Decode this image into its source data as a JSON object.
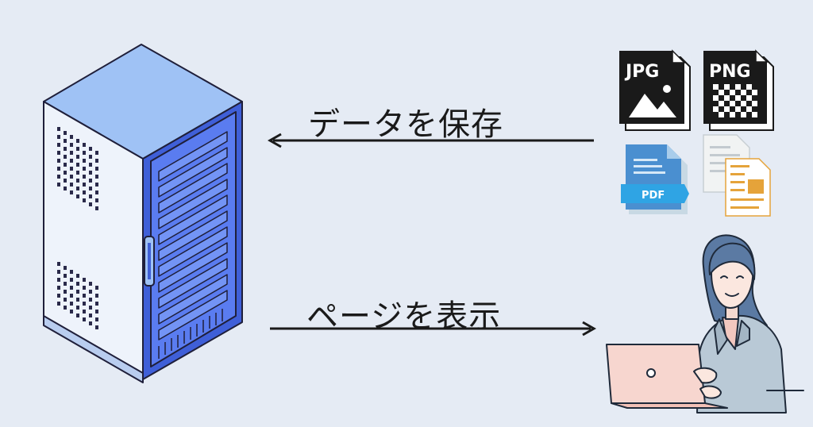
{
  "labels": {
    "save": "データを保存",
    "show": "ページを表示"
  },
  "files": {
    "jpg": "JPG",
    "png": "PNG",
    "pdf": "PDF"
  },
  "icons": {
    "server": "server-rack-icon",
    "jpg": "jpg-file-icon",
    "png": "png-file-icon",
    "pdf": "pdf-file-icon",
    "doc": "document-files-icon",
    "user": "woman-with-laptop-icon"
  },
  "colors": {
    "background": "#e5ebf4",
    "server_front": "#4a6ee8",
    "server_top": "#9fc2f5",
    "server_side": "#eef3fb",
    "arrow": "#1a1a1a"
  }
}
